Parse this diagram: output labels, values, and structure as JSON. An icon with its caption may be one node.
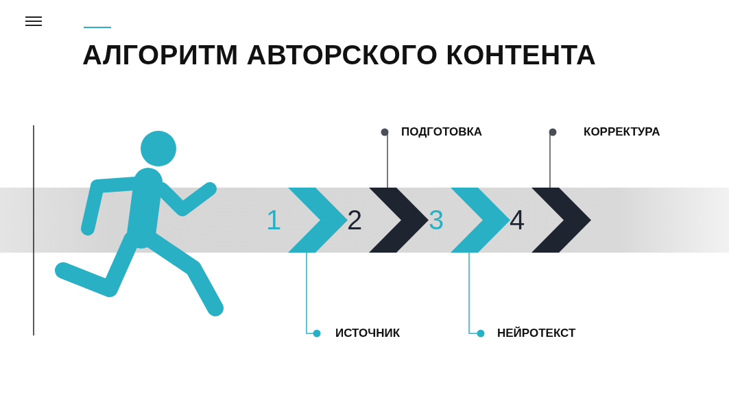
{
  "diagram": {
    "title": "АЛГОРИТМ АВТОРСКОГО КОНТЕНТА",
    "nodes": [
      {
        "text": [
          "ПОДГОТОВКА"
        ]
      },
      {
        "text": [
          "КОРРЕКТУРА"
        ]
      },
      {
        "text": [],
        "shape": "chevron",
        "beside": [
          "1"
        ]
      },
      {
        "text": [],
        "shape": "chevron",
        "beside": [
          "2"
        ]
      },
      {
        "text": [],
        "shape": "chevron",
        "beside": [
          "3"
        ]
      },
      {
        "text": [],
        "shape": "chevron",
        "beside": [
          "4"
        ]
      },
      {
        "text": [
          "ИСТОЧНИК"
        ]
      },
      {
        "text": [
          "НЕЙРОТЕКСТ"
        ]
      }
    ],
    "edges": [
      {
        "from": 6,
        "to": 2,
        "arrow": "other",
        "color": "#2ab0c5"
      },
      {
        "from": 0,
        "to": 3,
        "arrow": "other",
        "color": "#4a4f57"
      },
      {
        "from": 7,
        "to": 4,
        "arrow": "other",
        "color": "#2ab0c5"
      },
      {
        "from": 1,
        "to": 5,
        "arrow": "other",
        "color": "#4a4f57"
      }
    ]
  }
}
